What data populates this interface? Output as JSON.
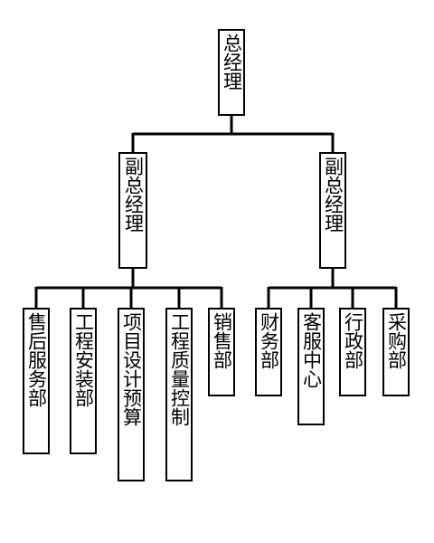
{
  "org_chart": {
    "root": {
      "label": "总经理"
    },
    "deputies": [
      {
        "label": "副总经理",
        "departments": [
          "售后服务部",
          "工程安装部",
          "项目设计预算",
          "工程质量控制",
          "销售部"
        ]
      },
      {
        "label": "副总经理",
        "departments": [
          "财务部",
          "客服中心",
          "行政部",
          "采购部"
        ]
      }
    ]
  },
  "style": {
    "line_color": "#000000",
    "box_border": "#000000",
    "text_color": "#000000",
    "background": "#ffffff"
  }
}
